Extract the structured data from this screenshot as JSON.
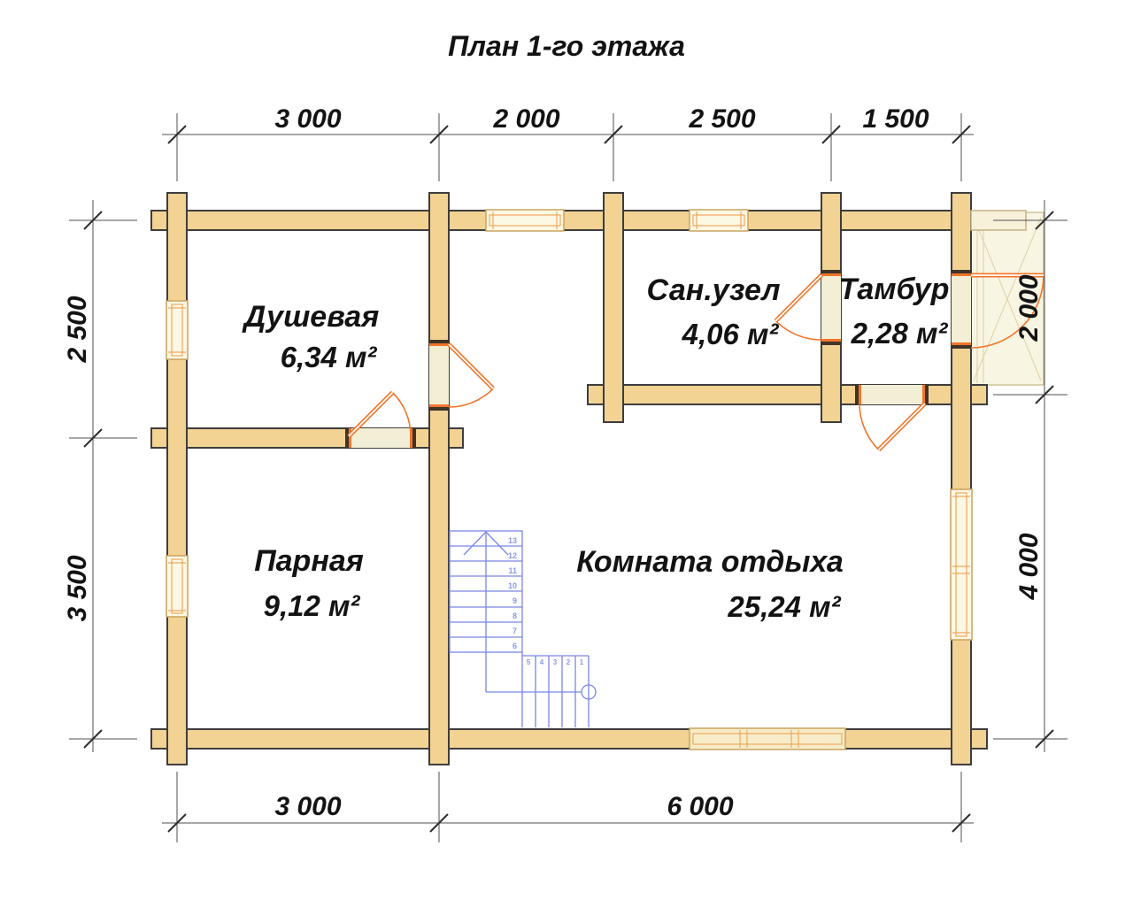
{
  "title": "План 1-го этажа",
  "rooms": {
    "shower": {
      "name": "Душевая",
      "area": "6,34 м²"
    },
    "wc": {
      "name": "Сан.узел",
      "area": "4,06 м²"
    },
    "tambour": {
      "name": "Тамбур",
      "area": "2,28 м²"
    },
    "steam": {
      "name": "Парная",
      "area": "9,12 м²"
    },
    "lounge": {
      "name": "Комната отдыха",
      "area": "25,24 м²"
    }
  },
  "dimensions": {
    "top": [
      "3 000",
      "2 000",
      "2 500",
      "1 500"
    ],
    "bottom": [
      "3 000",
      "6 000"
    ],
    "left": [
      "2 500",
      "3 500"
    ],
    "right": [
      "2 000",
      "4 000"
    ]
  },
  "stairs": {
    "upper_steps": [
      "13",
      "12",
      "11",
      "10",
      "9",
      "8",
      "7",
      "6"
    ],
    "lower_steps": [
      "5",
      "4",
      "3",
      "2",
      "1"
    ]
  },
  "colors": {
    "wall_fill": "#f2d394",
    "wall_outline": "#3d3d3d",
    "window_fill": "#fdf8e4",
    "window_frame": "#f0a95e",
    "door_orange": "#f2752b",
    "stair_blue": "#7b86e3",
    "dim_line": "#4f4f4f",
    "text": "#131313",
    "porch_fill": "#f9f5e3"
  }
}
